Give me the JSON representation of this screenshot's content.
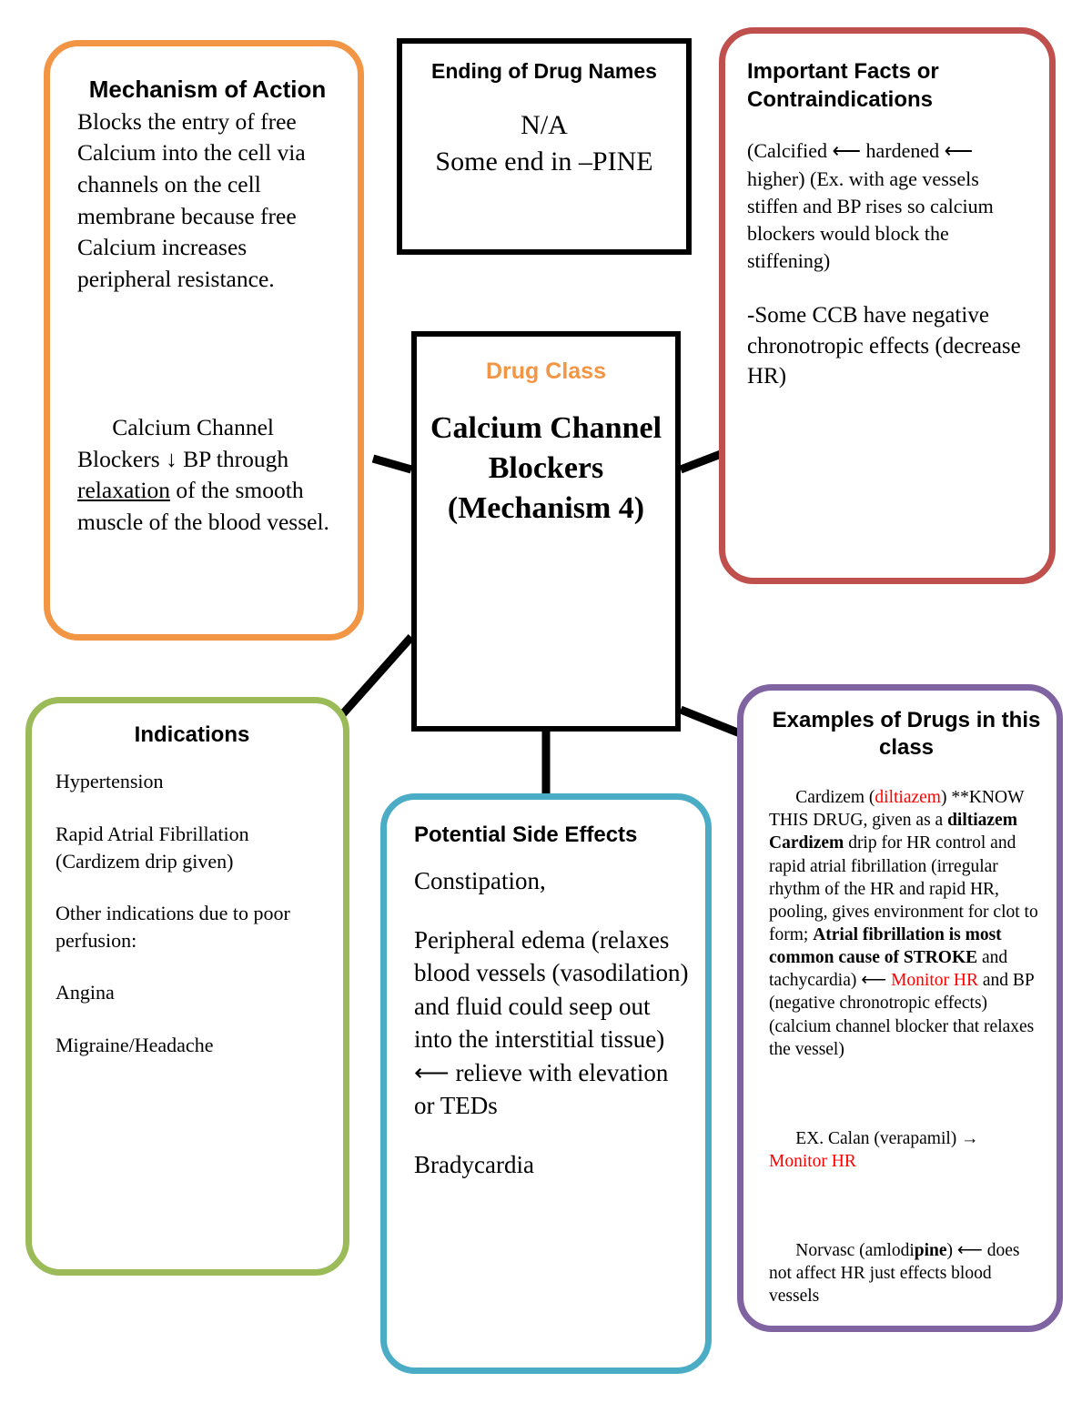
{
  "colors": {
    "mechanism_border": "#F29545",
    "facts_border": "#C0504D",
    "indications_border": "#9BBB59",
    "side_effects_border": "#4BACC6",
    "examples_border": "#8064A2",
    "center_border": "#000000",
    "accent_orange": "#F29545",
    "highlight_red": "#FF0000"
  },
  "mechanism_of_action": {
    "title": "Mechanism of Action",
    "paragraph_1": "Blocks the entry of free Calcium into the cell via channels on the cell membrane because free Calcium increases peripheral resistance.",
    "paragraph_2_pre": "Calcium Channel Blockers ↓ BP through ",
    "paragraph_2_underlined": "relaxation",
    "paragraph_2_post": " of the smooth muscle of the blood vessel."
  },
  "ending_of_drug_names": {
    "title": "Ending of Drug Names",
    "body": "N/A\nSome end in –PINE"
  },
  "important_facts": {
    "title": "Important Facts or Contraindications",
    "paragraph_1": "(Calcified ⟵ hardened ⟵ higher) (Ex. with age vessels stiffen and BP rises so calcium blockers would block the stiffening)",
    "paragraph_2": "-Some CCB have negative chronotropic effects (decrease HR)"
  },
  "drug_class": {
    "label": "Drug Class",
    "name": "Calcium Channel Blockers (Mechanism 4)"
  },
  "indications": {
    "title": "Indications",
    "items": [
      "Hypertension",
      "Rapid Atrial Fibrillation (Cardizem drip given)",
      "Other indications due to poor perfusion:",
      "Angina",
      "Migraine/Headache"
    ]
  },
  "side_effects": {
    "title": "Potential Side Effects",
    "items": [
      "Constipation,",
      "Peripheral edema (relaxes blood vessels (vasodilation) and fluid could seep out into the interstitial tissue) ⟵ relieve with elevation or TEDs",
      "Bradycardia"
    ]
  },
  "examples_of_drugs": {
    "title": "Examples of Drugs in this class",
    "para1_seg1": "Cardizem (",
    "para1_drug_red": "diltiazem",
    "para1_seg2": ") **KNOW THIS DRUG, given as a ",
    "para1_bold1": "diltiazem Cardizem",
    "para1_seg3": " drip for HR control and rapid atrial fibrillation (irregular rhythm of the HR and rapid HR, pooling, gives environment for clot to form; ",
    "para1_bold2": "Atrial fibrillation is most common cause of STROKE",
    "para1_seg4": " and tachycardia) ⟵ ",
    "para1_red2": "Monitor HR",
    "para1_seg5": " and BP (negative chronotropic effects) (calcium channel blocker that relaxes the vessel)",
    "para2_seg1": "EX. Calan (verapamil) →\n",
    "para2_red": "Monitor HR",
    "para3_seg1": "Norvasc (amlodi",
    "para3_bold": "pine",
    "para3_seg2": ") ⟵ does not affect HR just effects blood vessels"
  }
}
